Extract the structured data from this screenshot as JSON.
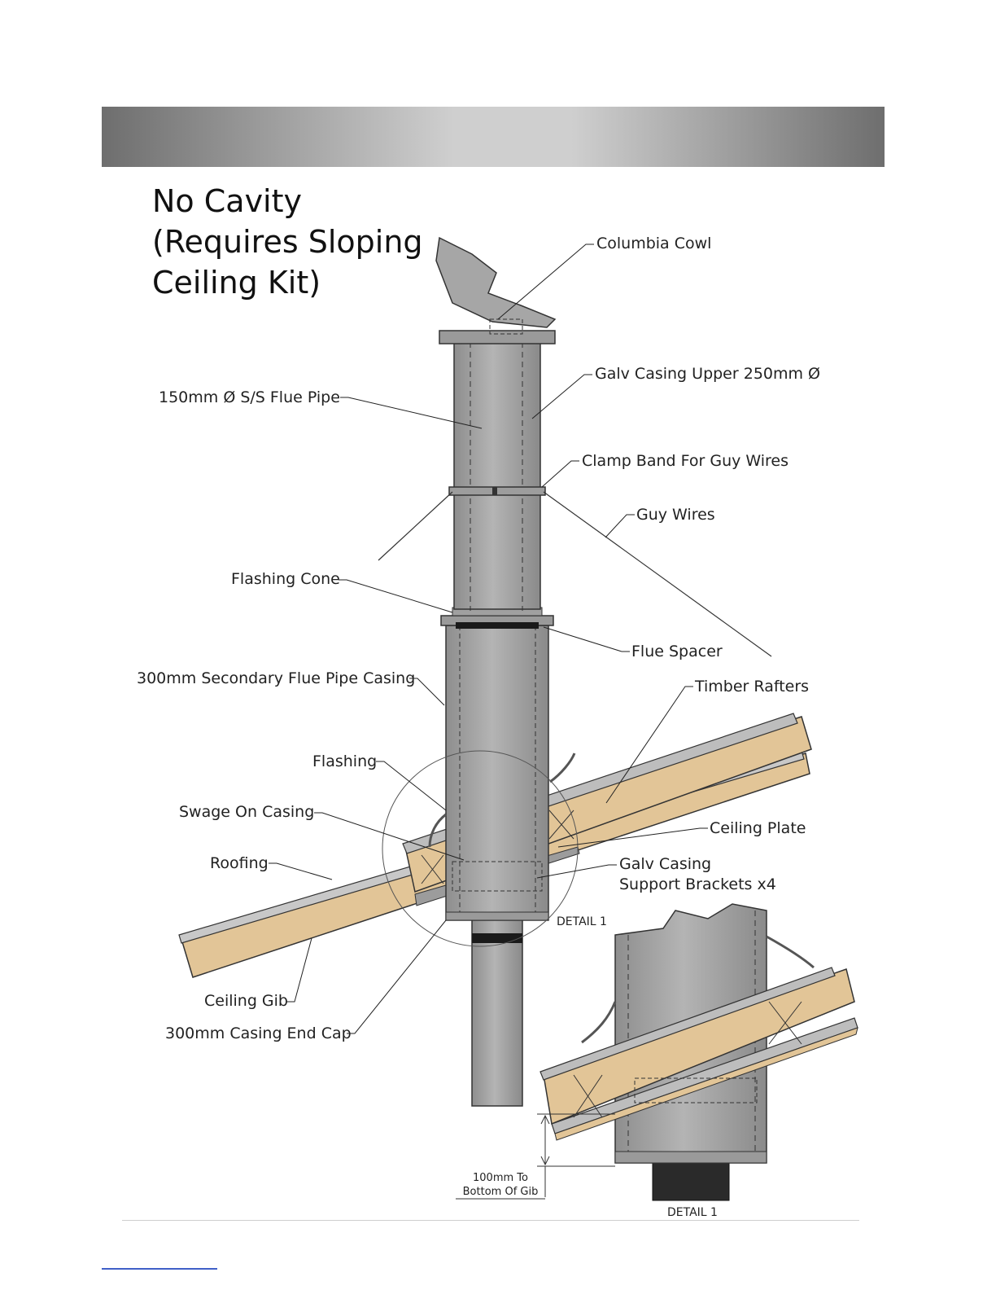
{
  "title": {
    "line1": "No Cavity",
    "line2": "(Requires Sloping",
    "line3": "Ceiling Kit)"
  },
  "labels": {
    "columbia_cowl": "Columbia Cowl",
    "galv_casing_upper": "Galv Casing Upper 250mm Ø",
    "flue_pipe": "150mm Ø S/S Flue Pipe",
    "clamp_band": "Clamp Band For Guy Wires",
    "guy_wires": "Guy Wires",
    "flashing_cone": "Flashing Cone",
    "flue_spacer": "Flue Spacer",
    "secondary_casing": "300mm Secondary Flue Pipe Casing",
    "timber_rafters": "Timber Rafters",
    "flashing": "Flashing",
    "swage_on_casing": "Swage On Casing",
    "ceiling_plate": "Ceiling Plate",
    "roofing": "Roofing",
    "galv_support_line1": "Galv Casing",
    "galv_support_line2": "Support Brackets x4",
    "detail_callout": "DETAIL 1",
    "ceiling_gib": "Ceiling Gib",
    "end_cap": "300mm Casing End Cap",
    "dimension_line1": "100mm To",
    "dimension_line2": "Bottom Of Gib",
    "detail_caption": "DETAIL 1"
  },
  "colors": {
    "pipe": "#a9a9a9",
    "pipe_dark": "#8c8c8c",
    "timber": "#e2c597",
    "roofing": "#b9b9b9",
    "line": "#333333"
  }
}
